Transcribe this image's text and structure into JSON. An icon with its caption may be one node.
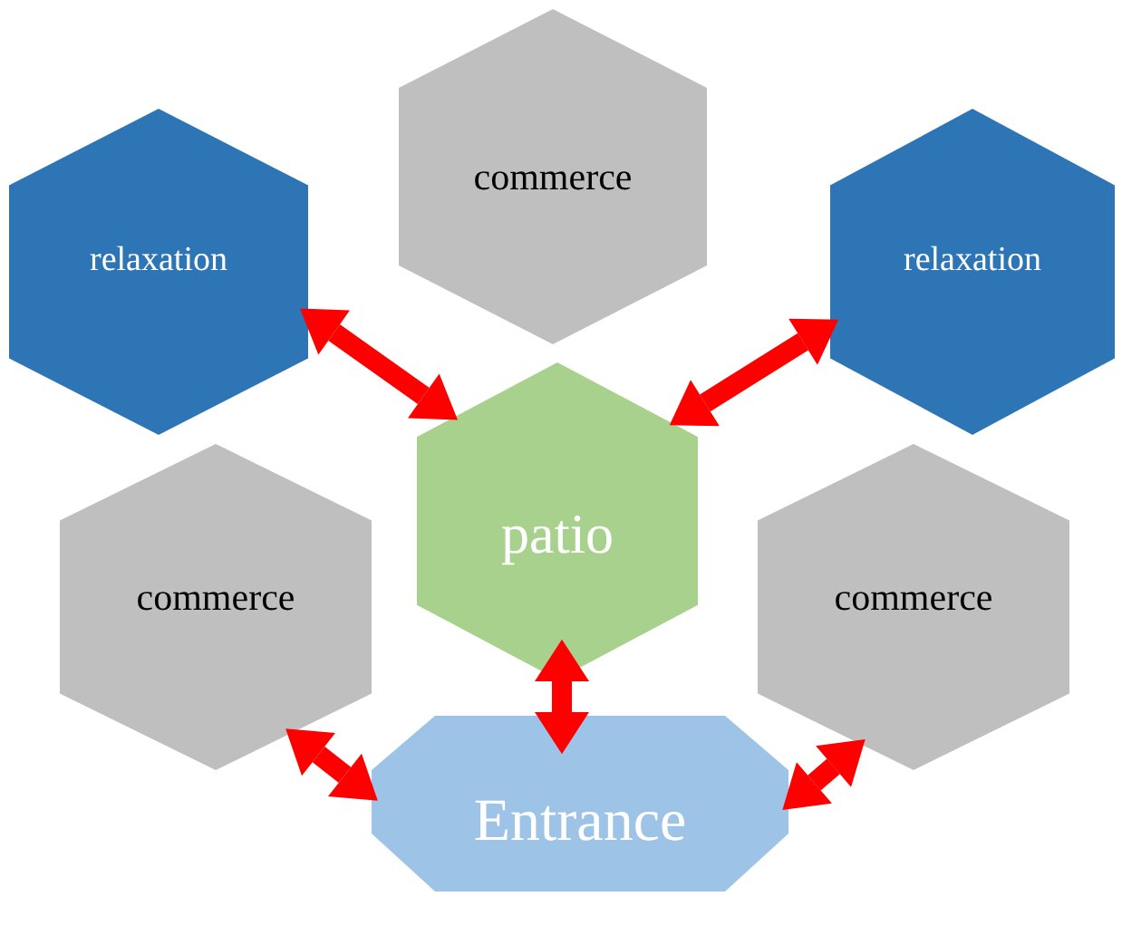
{
  "diagram": {
    "nodes": [
      {
        "text": [
          "commerce"
        ]
      },
      {
        "text": [
          "relaxation"
        ]
      },
      {
        "text": [
          "relaxation"
        ]
      },
      {
        "text": [
          "patio"
        ]
      },
      {
        "text": [
          "commerce"
        ]
      },
      {
        "text": [
          "commerce"
        ]
      },
      {
        "text": [
          "Entrance"
        ]
      }
    ],
    "edges": [
      {
        "from": 1,
        "to": 3,
        "arrow": "both"
      },
      {
        "from": 2,
        "to": 3,
        "arrow": "both"
      },
      {
        "from": 3,
        "to": 6,
        "arrow": "both"
      },
      {
        "from": 4,
        "to": 6,
        "arrow": "both"
      },
      {
        "from": 5,
        "to": 6,
        "arrow": "both"
      }
    ]
  }
}
